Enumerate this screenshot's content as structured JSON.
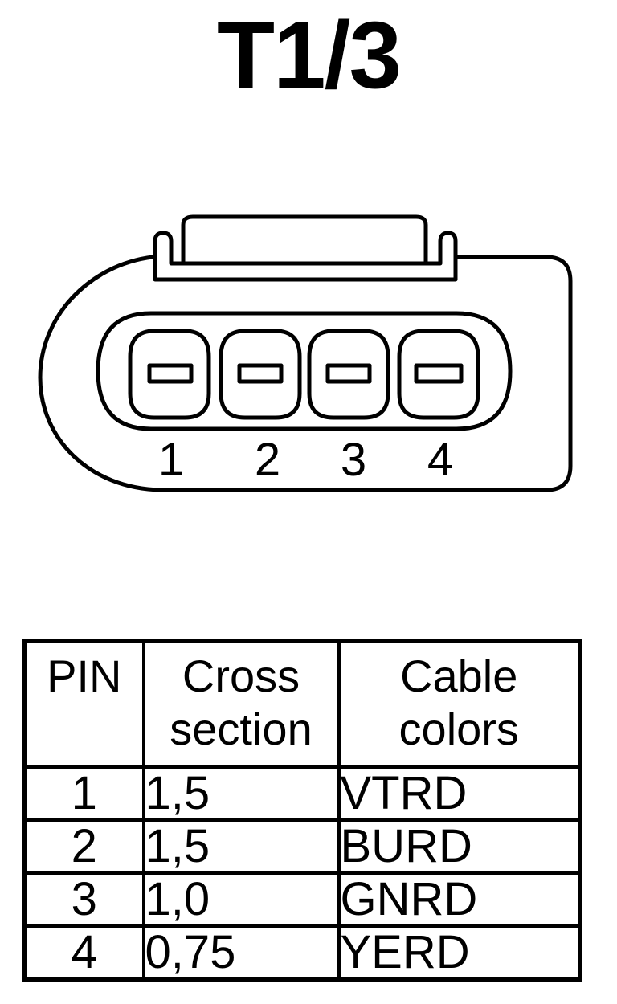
{
  "title": "T1/3",
  "connector": {
    "pins": [
      "1",
      "2",
      "3",
      "4"
    ]
  },
  "table": {
    "headers": {
      "pin": "PIN",
      "cross_section": [
        "Cross",
        "section"
      ],
      "cable_colors": [
        "Cable",
        "colors"
      ]
    },
    "rows": [
      {
        "pin": "1",
        "cross_section": "1,5",
        "color": "VTRD"
      },
      {
        "pin": "2",
        "cross_section": "1,5",
        "color": "BURD"
      },
      {
        "pin": "3",
        "cross_section": "1,0",
        "color": "GNRD"
      },
      {
        "pin": "4",
        "cross_section": "0,75",
        "color": "YERD"
      }
    ]
  }
}
